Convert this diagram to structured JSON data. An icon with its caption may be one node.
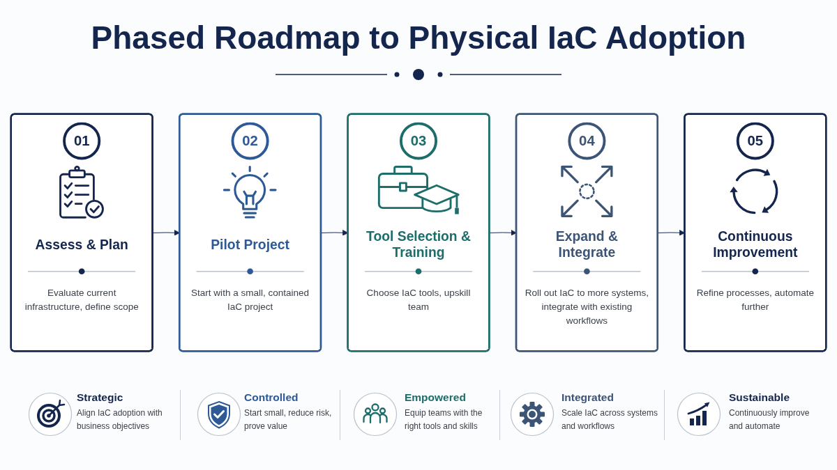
{
  "diagram": {
    "title": "Phased Roadmap to Physical IaC Adoption",
    "nodes": [
      {
        "text": [
          "01",
          "Assess & Plan",
          "Evaluate current infrastructure, define scope"
        ]
      },
      {
        "text": [
          "02",
          "Pilot Project",
          "Start with a small, contained IaC project"
        ]
      },
      {
        "text": [
          "03",
          "Tool Selection & Training",
          "Choose IaC tools, upskill team"
        ]
      },
      {
        "text": [
          "04",
          "Expand & Integrate",
          "Roll out IaC to more systems, integrate with existing workflows"
        ]
      },
      {
        "text": [
          "05",
          "Continuous Improvement",
          "Refine processes, automate further"
        ]
      }
    ],
    "edges": [
      {
        "from": 0,
        "to": 1,
        "arrow": "to"
      },
      {
        "from": 1,
        "to": 2,
        "arrow": "to"
      },
      {
        "from": 2,
        "to": 3,
        "arrow": "to"
      },
      {
        "from": 3,
        "to": 4,
        "arrow": "to"
      }
    ],
    "labels": [
      "Strategic",
      "Align IaC adoption with business objectives",
      "Controlled",
      "Start small, reduce risk, prove value",
      "Empowered",
      "Equip teams with the right tools and skills",
      "Integrated",
      "Scale IaC across systems and workflows",
      "Sustainable",
      "Continuously improve and automate"
    ]
  }
}
